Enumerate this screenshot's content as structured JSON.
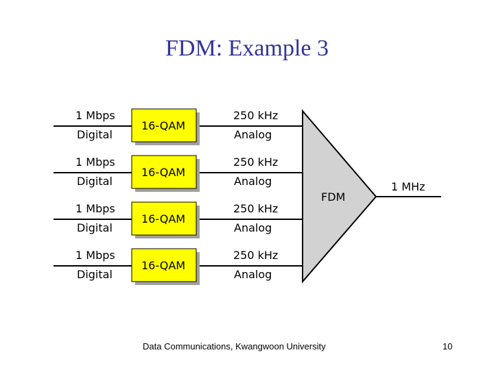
{
  "slide": {
    "title": "FDM: Example 3",
    "footer": "Data Communications, Kwangwoon University",
    "page_number": "10"
  },
  "diagram": {
    "channels": [
      {
        "input_rate": "1 Mbps",
        "input_type": "Digital",
        "modulator": "16-QAM",
        "bandwidth": "250 kHz",
        "signal_type": "Analog"
      },
      {
        "input_rate": "1 Mbps",
        "input_type": "Digital",
        "modulator": "16-QAM",
        "bandwidth": "250 kHz",
        "signal_type": "Analog"
      },
      {
        "input_rate": "1 Mbps",
        "input_type": "Digital",
        "modulator": "16-QAM",
        "bandwidth": "250 kHz",
        "signal_type": "Analog"
      },
      {
        "input_rate": "1 Mbps",
        "input_type": "Digital",
        "modulator": "16-QAM",
        "bandwidth": "250 kHz",
        "signal_type": "Analog"
      }
    ],
    "multiplexer_label": "FDM",
    "output_label": "1 MHz",
    "colors": {
      "modulator_fill": "#ffff00",
      "modulator_shadow": "#a0a0a0",
      "multiplexer_fill": "#d2d2d2",
      "title": "#33339a"
    }
  }
}
